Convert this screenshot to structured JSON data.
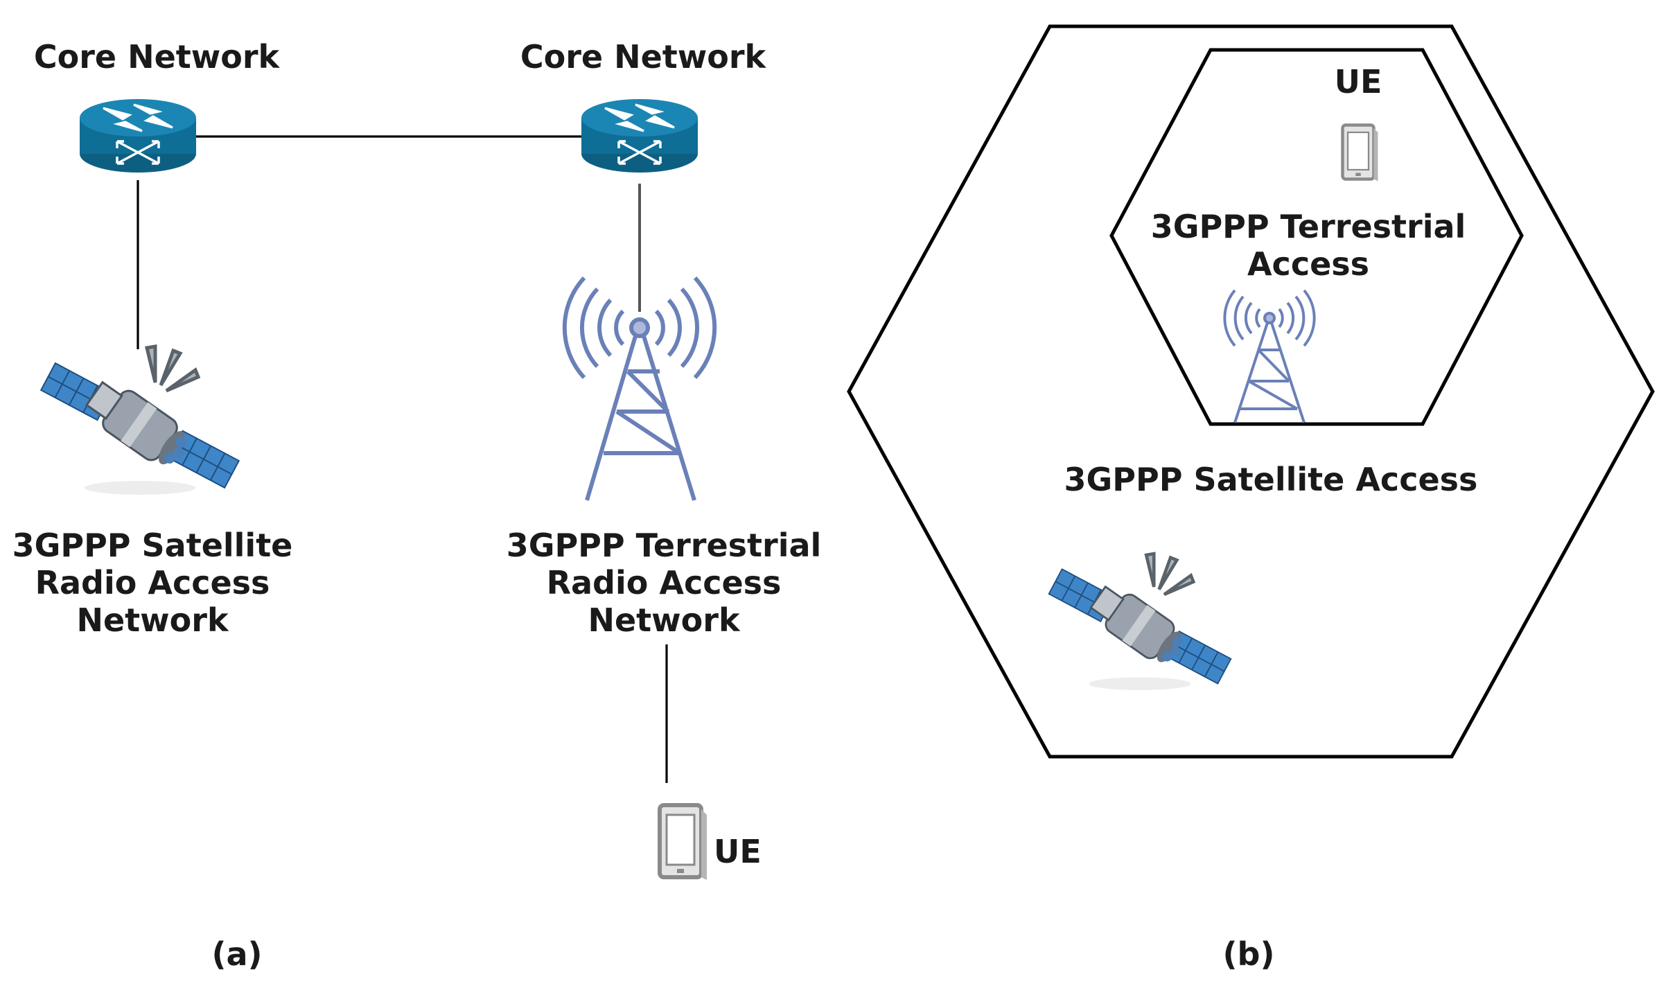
{
  "panel_a": {
    "core_network_left": "Core Network",
    "core_network_right": "Core Network",
    "satellite_ran": [
      "3GPPP Satellite",
      "Radio Access",
      "Network"
    ],
    "terrestrial_ran": [
      "3GPPP Terrestrial",
      "Radio Access",
      "Network"
    ],
    "ue": "UE",
    "caption": "(a)"
  },
  "panel_b": {
    "ue": "UE",
    "terrestrial_access": [
      "3GPPP Terrestrial",
      "Access"
    ],
    "satellite_access": "3GPPP Satellite Access",
    "caption": "(b)"
  },
  "colors": {
    "router_body": "#0f6e96",
    "router_top": "#1b86b3",
    "tower": "#6a80b8",
    "phone": "#8a8a8a",
    "satellite_panel": "#3f86c8",
    "satellite_body": "#9aa3ad"
  },
  "icons": [
    "router-icon",
    "satellite-icon",
    "radio-tower-icon",
    "phone-icon"
  ]
}
